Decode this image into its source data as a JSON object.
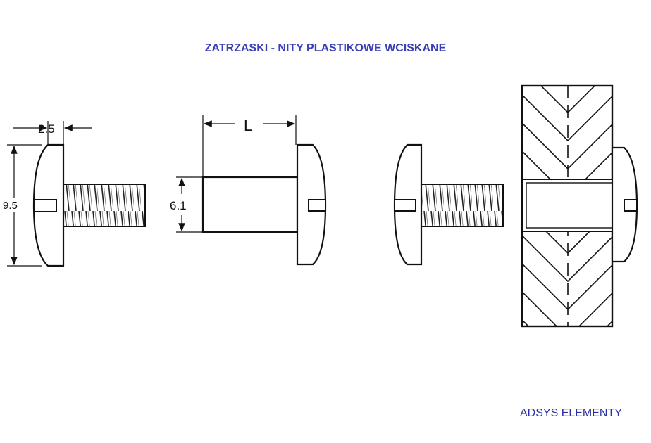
{
  "title": "ZATRZASKI - NITY PLASTIKOWE WCISKANE",
  "brand": "ADSYS ELEMENTY",
  "dimensions": {
    "head_thickness": "2.5",
    "head_diameter": "9.5",
    "shaft_diameter": "6.1",
    "length": "L"
  }
}
